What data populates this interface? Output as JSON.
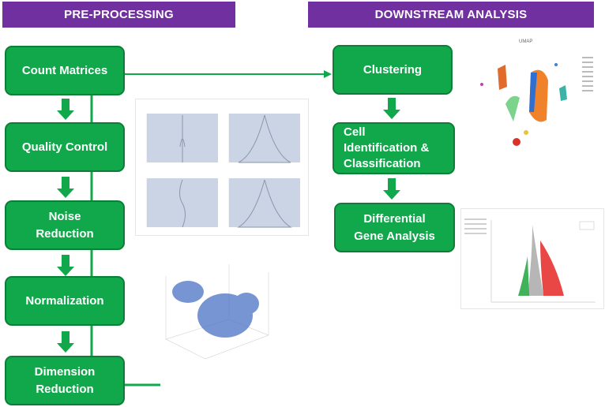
{
  "headers": {
    "preprocessing": "PRE-PROCESSING",
    "downstream": "DOWNSTREAM ANALYSIS"
  },
  "preprocessing_steps": [
    "Count Matrices",
    "Quality Control",
    "Noise\nReduction",
    "Normalization",
    "Dimension\nReduction"
  ],
  "downstream_steps": [
    "Clustering",
    "Cell\nIdentification &\nClassification",
    "Differential\nGene Analysis"
  ],
  "colors": {
    "header": "#7030a0",
    "box": "#11a84b",
    "box_border": "#0c7f37",
    "connector": "#11a84b"
  },
  "thumbnails": {
    "umap_title": "UMAP"
  }
}
